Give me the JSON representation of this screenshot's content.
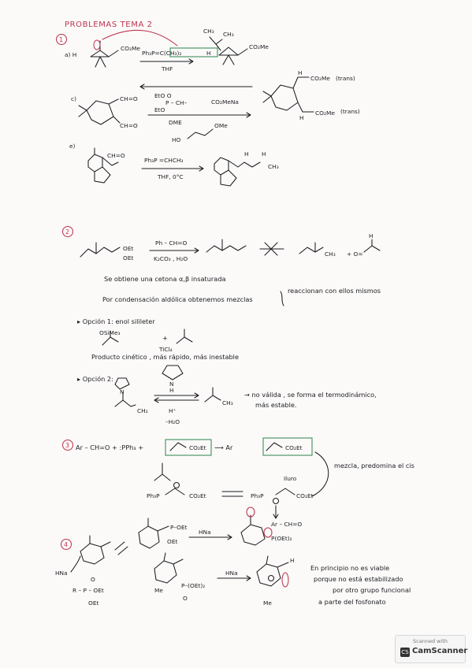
{
  "doc": {
    "title": "PROBLEMAS TEMA 2",
    "p1": {
      "num": "1",
      "a": {
        "label": "a) H",
        "ester_left": "CO₂Me",
        "reagent_top": "Ph₃P=C(CH₃)₂",
        "reagent_bottom": "THF",
        "me1": "CH₃",
        "me2": "CH₃",
        "h": "H",
        "ester_right": "CO₂Me"
      },
      "c": {
        "label": "c)",
        "cho_top": "CH=O",
        "cho_bottom": "CH=O",
        "phos_top": "EtO  O",
        "phos_mid": "P – CH–",
        "phos_bottom": "EtO",
        "anion": "CO₂MeNa",
        "solvent": "DME",
        "ome": "OMe",
        "hoo": "HO",
        "h1": "H",
        "ester1": "CO₂Me",
        "trans1": "(trans)",
        "h2": "H",
        "ester2": "CO₂Me",
        "trans2": "(trans)"
      },
      "e": {
        "label": "e)",
        "cho": "CH=O",
        "reagent_top": "Ph₃P =CHCH₃",
        "reagent_bottom": "THF, 0°C",
        "h1": "H",
        "h2": "H",
        "ch3": "CH₃"
      }
    },
    "p2": {
      "num": "2",
      "oet1": "OEt",
      "oet2": "OEt",
      "reagent_top": "Ph – CH=O",
      "reagent_bottom": "K₂CO₃ , H₂O",
      "ch3": "CH₃",
      "plus": "+ O=",
      "h": "H",
      "note1": "Se obtiene una cetona α,β insaturada",
      "note2": "Por condensación aldólica obtenemos mezclas",
      "note3": "reaccionan con ellos mismos",
      "op1": "▸ Opción 1: enol silileter",
      "osime3": "OSiMe₃",
      "ticl4": "TiCl₄",
      "op1_plus": "+",
      "op1_note": "Producto cinético , más rápido, más inestable",
      "op2": "▸ Opción 2:",
      "n1": "N",
      "n2": "N",
      "h_n": "H",
      "ch2": "CH₂",
      "hplus": "H⁺",
      "mh2o": "–H₂O",
      "ch3b": "CH₃",
      "op2_note1": "→ no válida , se forma el termodinámico,",
      "op2_note2": "más estable."
    },
    "p3": {
      "num": "3",
      "eq_left": "Ar – CH=O  +  :PPh₃ +",
      "co2et1": "CO₂Et",
      "arrow_ar": "⟶  Ar",
      "co2et2": "CO₂Et",
      "note": "mezcla, predomina el cis",
      "ph3p1": "Ph₃P",
      "co2et3": "CO₂Et",
      "ylid": "Iluro",
      "ph3p2": "Ph₃P",
      "co2et4": "CO₂Et",
      "ar_cho": "Ar – CH=O"
    },
    "p4": {
      "num": "4",
      "oet1": "P–OEt",
      "oet2": "OEt",
      "hna1": "HNa",
      "hna_left": "HNa",
      "phos_r": "R – P – OEt",
      "phos_o": "O",
      "phos_oet": "OEt",
      "poet2": "P(OEt)₂",
      "me1": "Me",
      "poet3": "P–(OEt)₂",
      "o_bottom": "O",
      "hna2": "HNa",
      "h": "H",
      "me2": "Me",
      "note1": "En principio no es viable",
      "note2": "porque no está estabilizado",
      "note3": "por otro grupo funcional",
      "note4": "a parte del fosfonato"
    },
    "badge": {
      "line1": "Scanned with",
      "line2": "CamScanner"
    }
  }
}
